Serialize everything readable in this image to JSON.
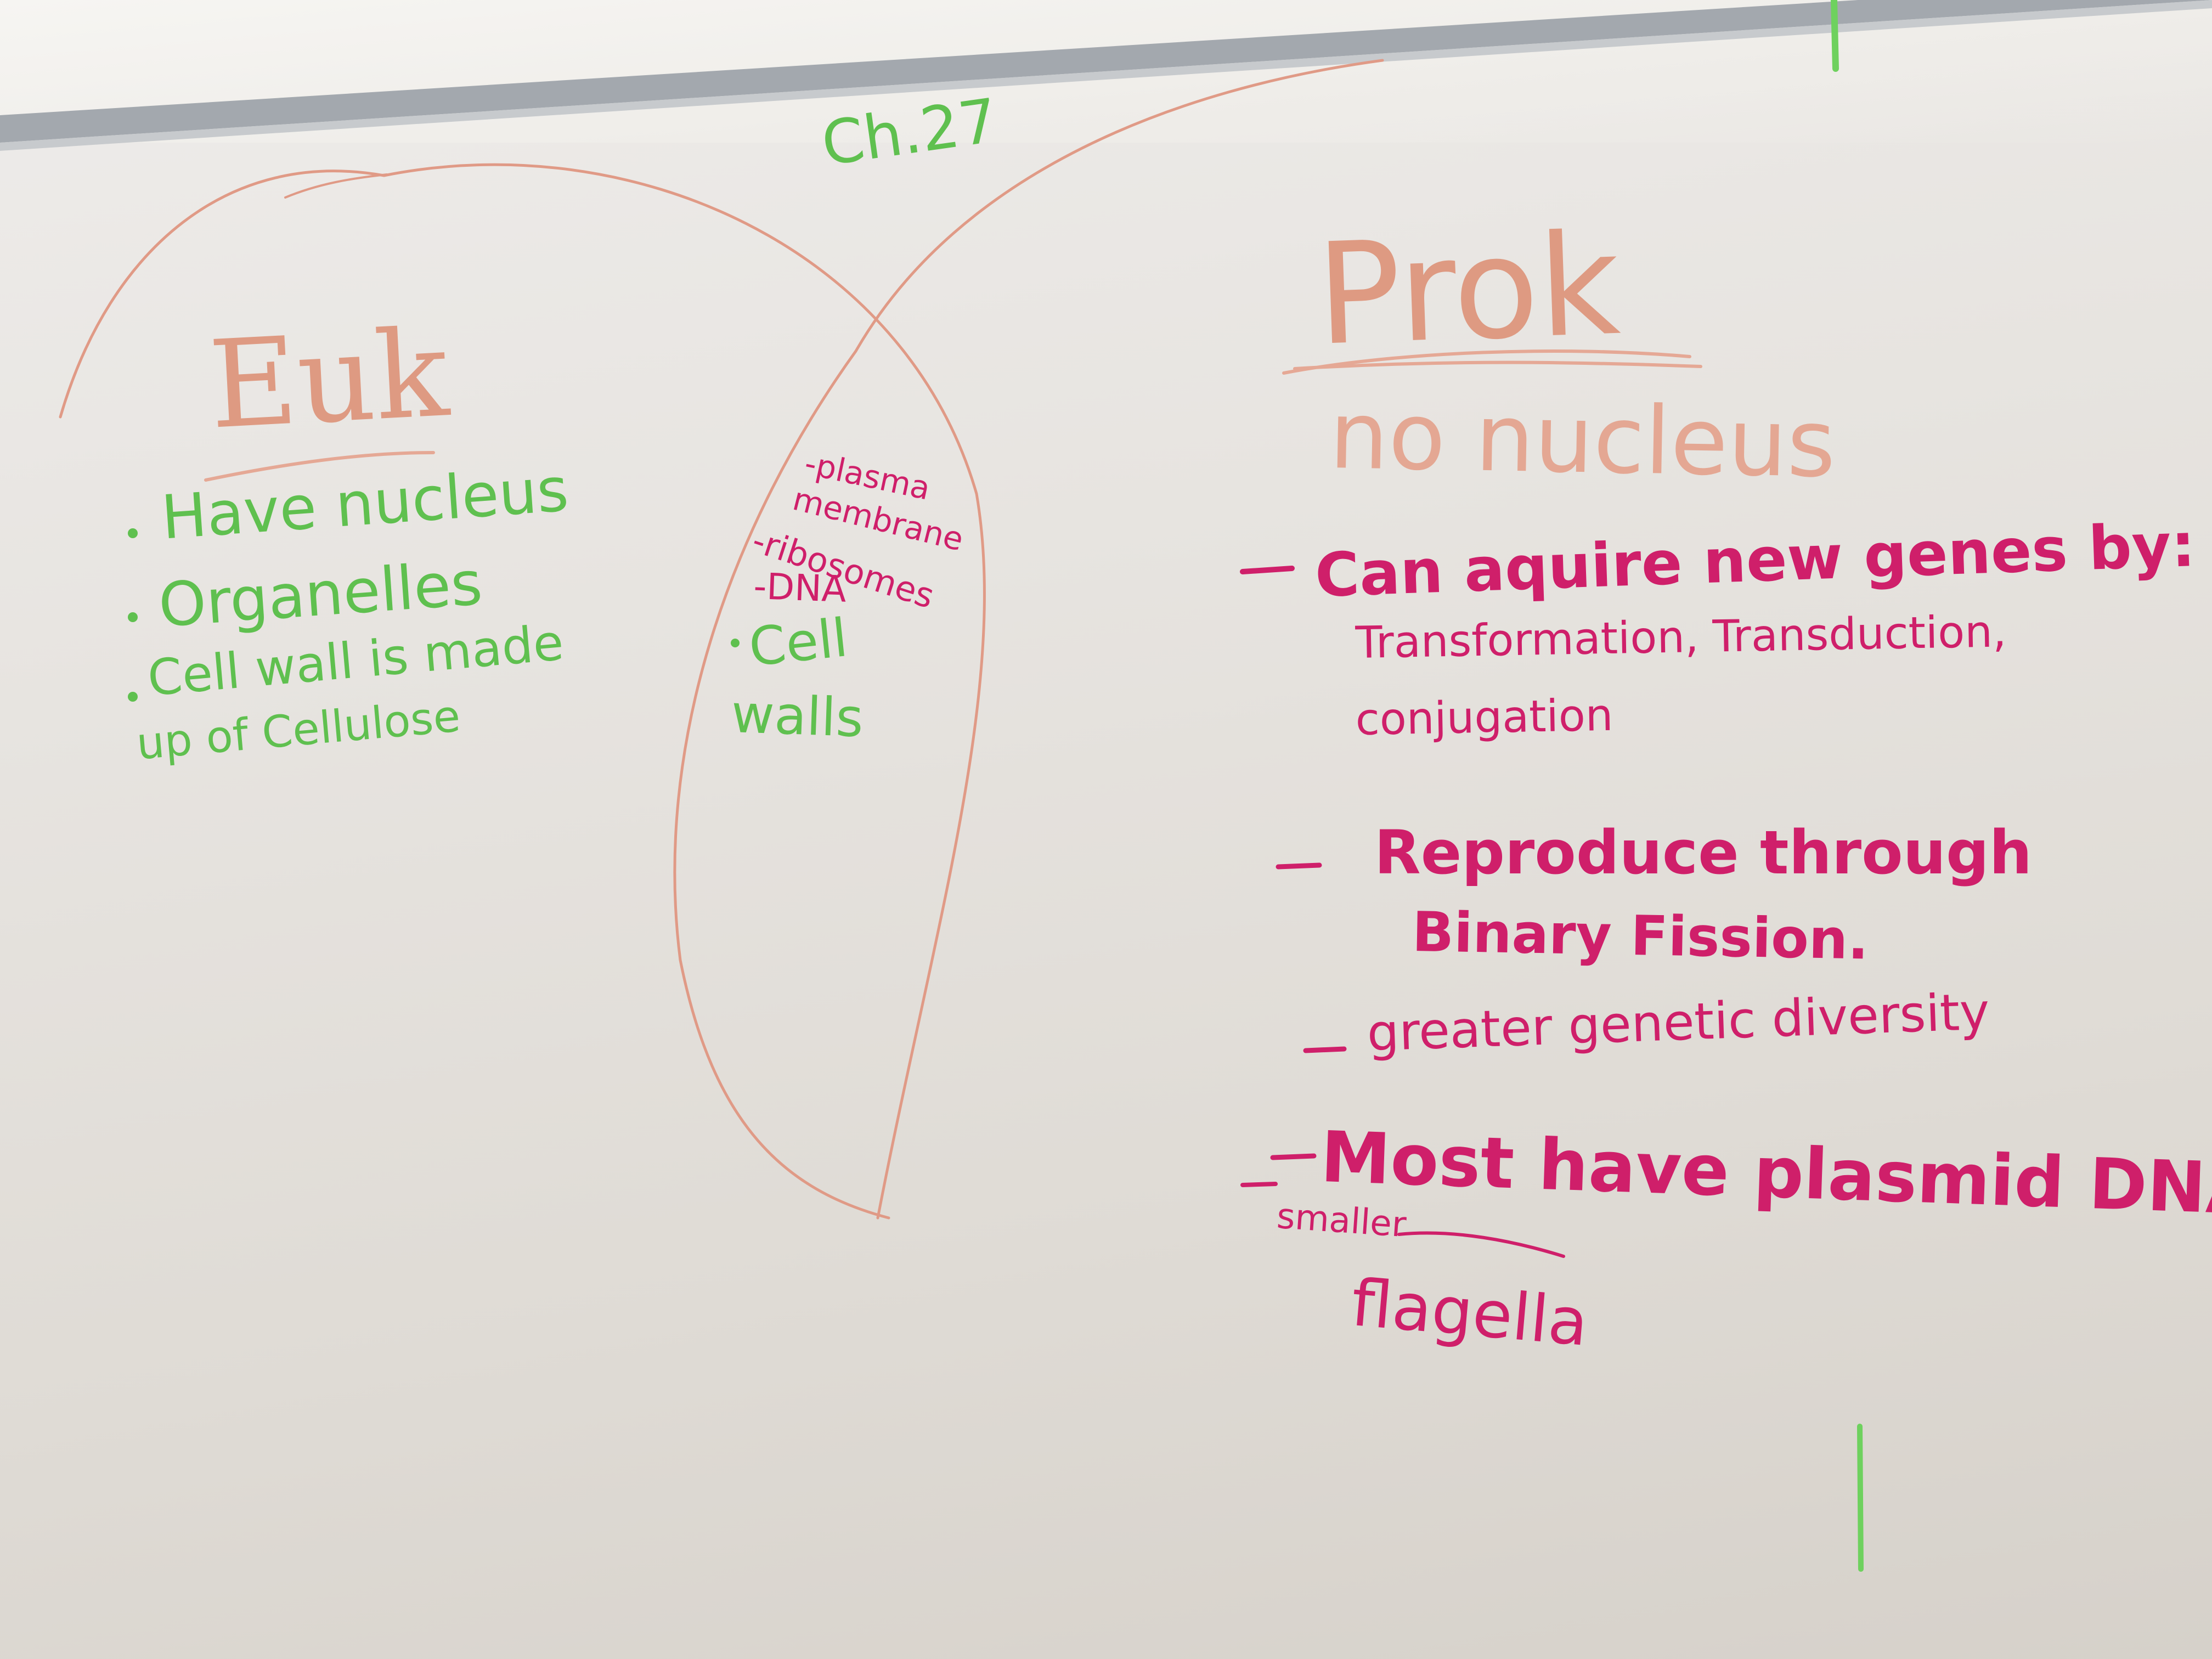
{
  "colors": {
    "green_ink": "#5fc04f",
    "pink_ink": "#cf1f6a",
    "salmon_ink": "#de9a82",
    "circle_ink": "#e09a86",
    "board": "#e7e4e0",
    "frame": "#9ba0a6"
  },
  "board": {
    "chapter_label": "Ch.27"
  },
  "euk": {
    "title": "Euk",
    "points": [
      "Have nucleus",
      "Organelles",
      "Cell wall is made",
      "up of Cellulose"
    ]
  },
  "both": {
    "items": [
      "-plasma",
      "membrane",
      "-ribosomes",
      "-DNA",
      "Cell",
      "walls"
    ]
  },
  "prok": {
    "title": "Prok",
    "subtitle": "no nucleus",
    "points": [
      "Can aquire new genes by:",
      "Transformation, Transduction,",
      "conjugation",
      "Reproduce through",
      "Binary Fission.",
      "greater genetic diversity",
      "Most have plasmid DNA",
      "smaller",
      "flagella"
    ]
  }
}
